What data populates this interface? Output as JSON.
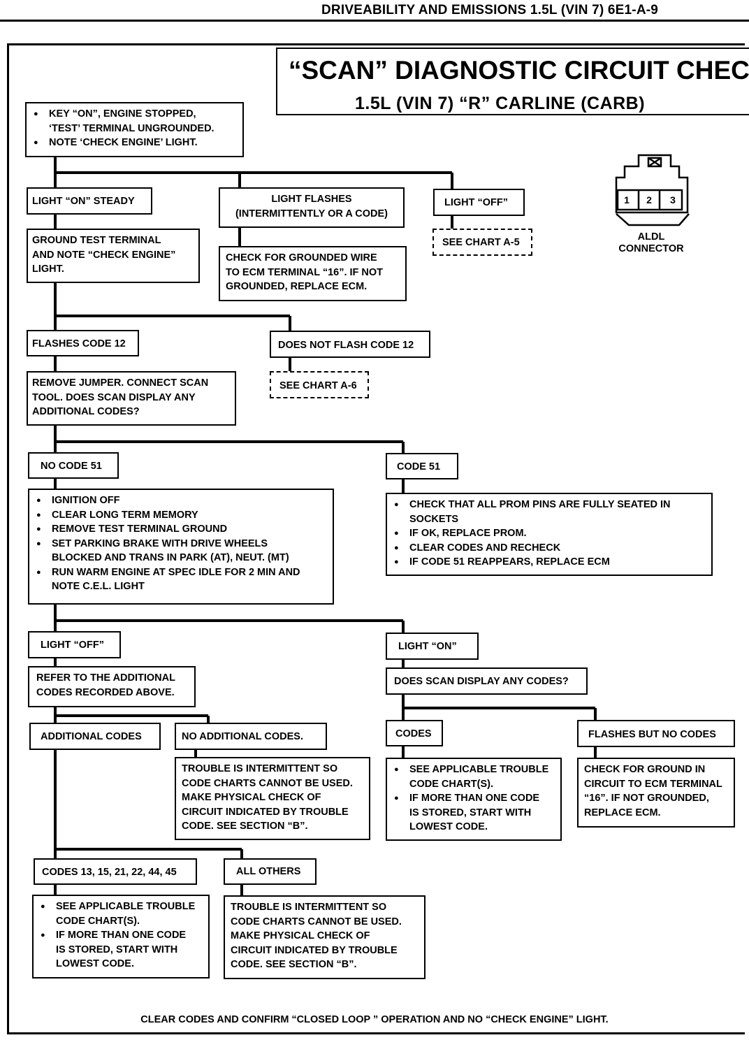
{
  "header": {
    "text": "DRIVEABILITY AND EMISSIONS  1.5L  (VIN 7)  6E1-A-9"
  },
  "title": {
    "line1": "“SCAN” DIAGNOSTIC CIRCUIT CHECK",
    "line2": "1.5L  (VIN 7)  “R”  CARLINE  (CARB)"
  },
  "aldl": {
    "pins": [
      "1",
      "2",
      "3"
    ],
    "label_line1": "ALDL",
    "label_line2": "CONNECTOR"
  },
  "start": {
    "b1l1": "KEY “ON”, ENGINE STOPPED,",
    "b1l2": "‘TEST’ TERMINAL UNGROUNDED.",
    "b2": "NOTE ‘CHECK ENGINE’ LIGHT."
  },
  "light_on_steady": "LIGHT “ON” STEADY",
  "light_flashes": {
    "l1": "LIGHT FLASHES",
    "l2": "(INTERMITTENTLY OR A CODE)"
  },
  "light_off_top": "LIGHT “OFF”",
  "see_chart_a5": "SEE CHART A-5",
  "ground_test": {
    "l1": "GROUND TEST TERMINAL",
    "l2": "AND NOTE “CHECK ENGINE”",
    "l3": "LIGHT."
  },
  "check_grounded": {
    "l1": "CHECK FOR GROUNDED WIRE",
    "l2": "TO ECM TERMINAL “16”.  IF NOT",
    "l3": "GROUNDED, REPLACE ECM."
  },
  "flashes_code_12": "FLASHES CODE 12",
  "does_not_flash": "DOES NOT FLASH CODE 12",
  "see_chart_a6": "SEE CHART A-6",
  "remove_jumper": {
    "l1": "REMOVE JUMPER. CONNECT SCAN",
    "l2": "TOOL. DOES SCAN DISPLAY ANY",
    "l3": "ADDITIONAL CODES?"
  },
  "no_code_51": "NO CODE 51",
  "code_51": "CODE 51",
  "ignition": {
    "b1": "IGNITION OFF",
    "b2": "CLEAR LONG TERM MEMORY",
    "b3": "REMOVE TEST TERMINAL GROUND",
    "b4l1": "SET PARKING BRAKE WITH DRIVE WHEELS",
    "b4l2": "BLOCKED AND TRANS IN PARK (AT), NEUT. (MT)",
    "b5l1": "RUN WARM ENGINE AT SPEC IDLE FOR 2 MIN AND",
    "b5l2": "NOTE C.E.L. LIGHT"
  },
  "prom": {
    "b1l1": "CHECK THAT ALL PROM PINS ARE FULLY SEATED IN",
    "b1l2": "SOCKETS",
    "b2": "IF OK, REPLACE PROM.",
    "b3": "CLEAR CODES AND RECHECK",
    "b4": "IF CODE 51 REAPPEARS, REPLACE ECM"
  },
  "light_off_mid": "LIGHT “OFF”",
  "light_on_mid": "LIGHT “ON”",
  "refer": {
    "l1": "REFER TO THE ADDITIONAL",
    "l2": "CODES RECORDED ABOVE."
  },
  "does_scan_display": "DOES SCAN DISPLAY ANY CODES?",
  "additional_codes": "ADDITIONAL CODES",
  "no_additional_codes": "NO ADDITIONAL CODES.",
  "codes": "CODES",
  "flashes_no_codes": "FLASHES BUT NO CODES",
  "intermittent1": {
    "l1": "TROUBLE IS INTERMITTENT SO",
    "l2": "CODE CHARTS CANNOT BE USED.",
    "l3": "MAKE PHYSICAL CHECK OF",
    "l4": "CIRCUIT INDICATED BY TROUBLE",
    "l5": "CODE.  SEE SECTION “B”."
  },
  "see_applicable1": {
    "b1l1": "SEE APPLICABLE TROUBLE",
    "b1l2": "CODE CHART(S).",
    "b2l1": "IF MORE THAN ONE CODE",
    "b2l2": "IS STORED, START WITH",
    "b2l3": "LOWEST CODE."
  },
  "check_ground_in": {
    "l1": "CHECK FOR GROUND IN",
    "l2": "CIRCUIT TO ECM TERMINAL",
    "l3": "“16”.  IF NOT GROUNDED,",
    "l4": "REPLACE ECM."
  },
  "codes_list": "CODES 13, 15, 21, 22, 44, 45",
  "all_others": "ALL OTHERS",
  "see_applicable2": {
    "b1l1": "SEE APPLICABLE TROUBLE",
    "b1l2": "CODE CHART(S).",
    "b2l1": "IF MORE THAN ONE CODE",
    "b2l2": "IS STORED, START WITH",
    "b2l3": "LOWEST CODE."
  },
  "intermittent2": {
    "l1": "TROUBLE IS INTERMITTENT SO",
    "l2": "CODE CHARTS CANNOT BE USED.",
    "l3": "MAKE PHYSICAL CHECK OF",
    "l4": "CIRCUIT INDICATED BY TROUBLE",
    "l5": "CODE.  SEE SECTION “B”."
  },
  "footer": "CLEAR CODES AND CONFIRM “CLOSED LOOP ” OPERATION AND NO “CHECK ENGINE” LIGHT."
}
